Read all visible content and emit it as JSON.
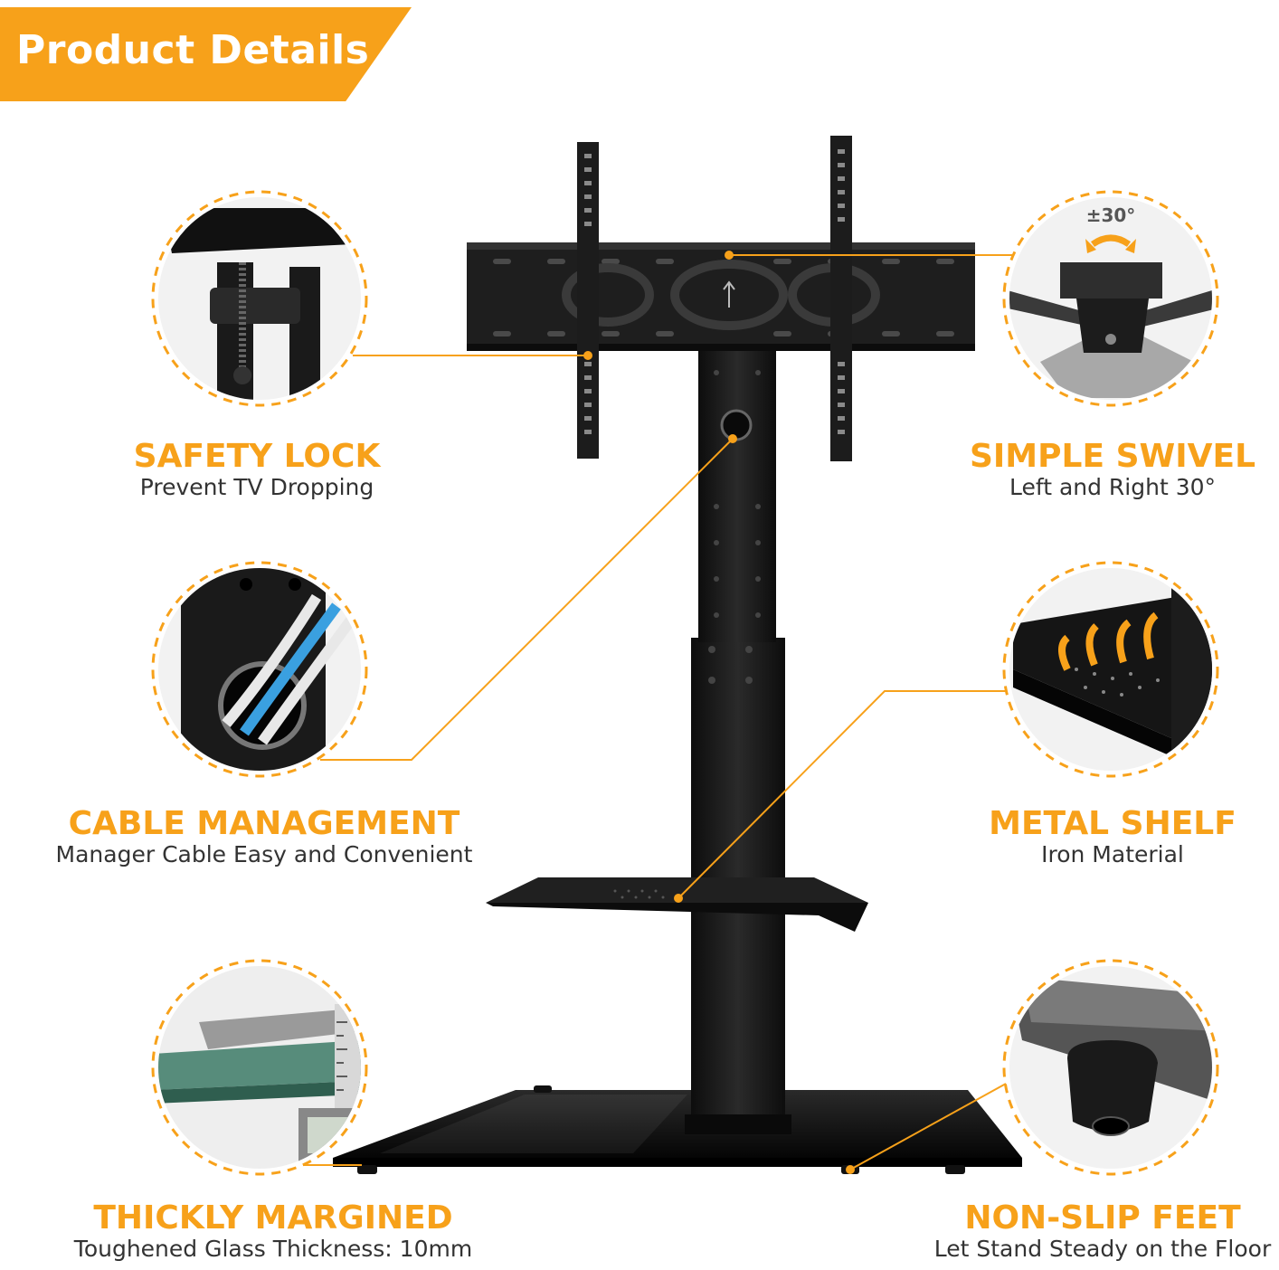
{
  "banner": {
    "title": "Product Details"
  },
  "angle_label": "±30°",
  "features": [
    {
      "id": "safety-lock",
      "title": "SAFETY LOCK",
      "subtitle": "Prevent TV Dropping"
    },
    {
      "id": "simple-swivel",
      "title": "SIMPLE SWIVEL",
      "subtitle": "Left and Right 30°"
    },
    {
      "id": "cable-management",
      "title": "CABLE MANAGEMENT",
      "subtitle": "Manager Cable Easy and Convenient"
    },
    {
      "id": "metal-shelf",
      "title": "METAL SHELF",
      "subtitle": "Iron Material"
    },
    {
      "id": "thickly-margined",
      "title": "THICKLY MARGINED",
      "subtitle": "Toughened Glass Thickness: 10mm"
    },
    {
      "id": "non-slip-feet",
      "title": "NON-SLIP FEET",
      "subtitle": "Let Stand Steady on the Floor"
    }
  ],
  "colors": {
    "accent": "#f7a11a",
    "product": "#1b1b1b",
    "text": "#333333",
    "background": "#ffffff"
  }
}
